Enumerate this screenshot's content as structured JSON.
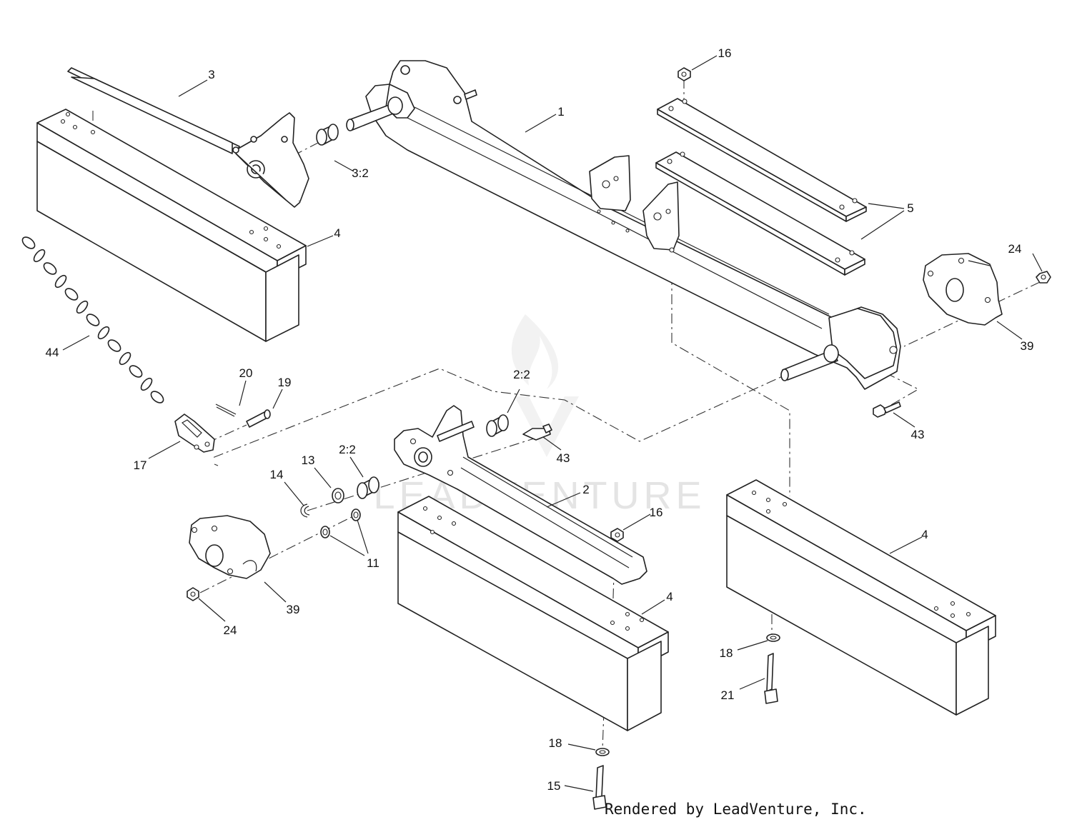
{
  "watermark": "LEADVENTURE",
  "credit": "Rendered by LeadVenture, Inc.",
  "callouts": {
    "c1": "1",
    "c2": "2",
    "c2_2a": "2:2",
    "c2_2b": "2:2",
    "c3": "3",
    "c3_2": "3:2",
    "c4a": "4",
    "c4b": "4",
    "c4c": "4",
    "c5": "5",
    "c11": "11",
    "c13": "13",
    "c14": "14",
    "c15": "15",
    "c16a": "16",
    "c16b": "16",
    "c17": "17",
    "c18a": "18",
    "c18b": "18",
    "c19": "19",
    "c20": "20",
    "c21": "21",
    "c24a": "24",
    "c24b": "24",
    "c39a": "39",
    "c39b": "39",
    "c43a": "43",
    "c43b": "43",
    "c44": "44"
  }
}
